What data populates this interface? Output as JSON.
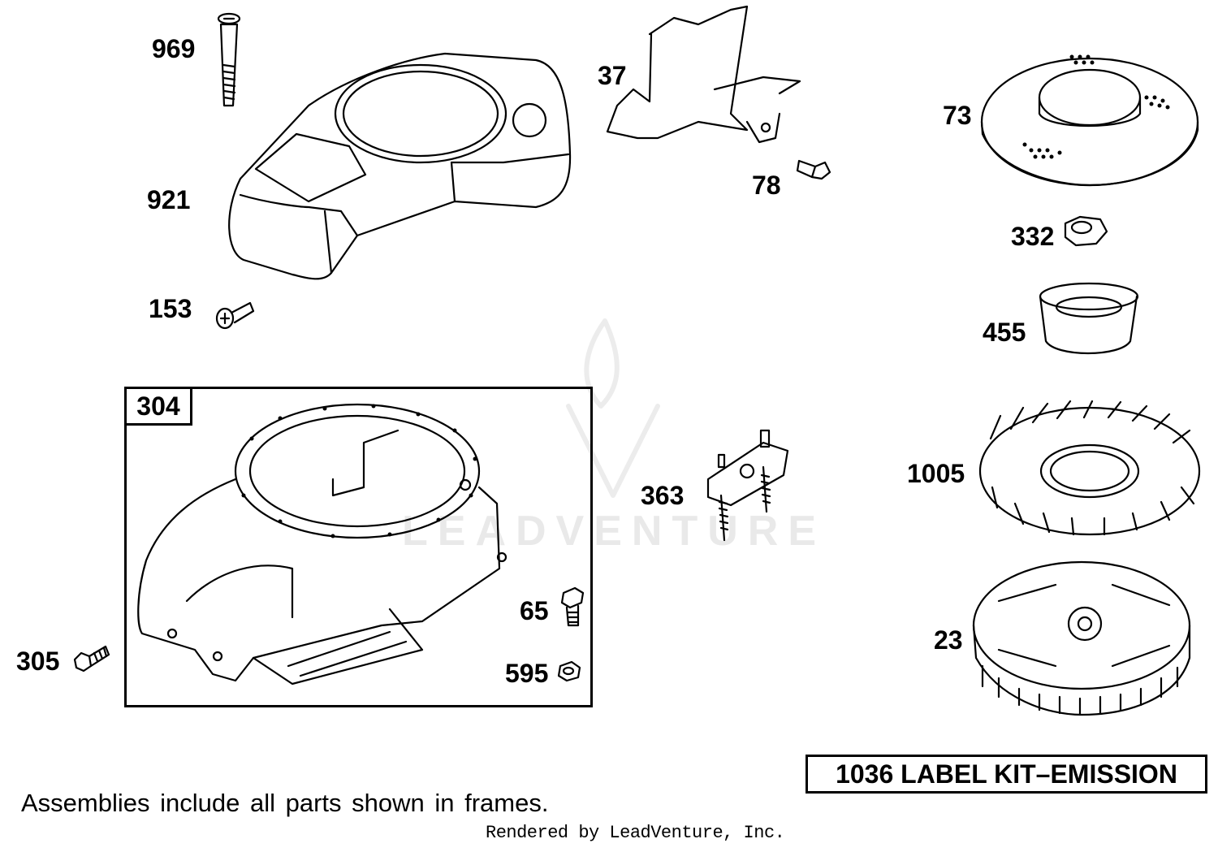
{
  "diagram": {
    "callouts": {
      "p969": "969",
      "p921": "921",
      "p153": "153",
      "p37": "37",
      "p78": "78",
      "p73": "73",
      "p332": "332",
      "p455": "455",
      "p1005": "1005",
      "p23": "23",
      "p363": "363",
      "p65": "65",
      "p595": "595",
      "p305": "305"
    },
    "assembly_frame_label": "304",
    "label_kit": "1036 LABEL KIT–EMISSION",
    "footnote": "Assemblies include all parts shown in frames.",
    "credit": "Rendered by LeadVenture, Inc.",
    "watermark": "LEADVENTURE"
  }
}
